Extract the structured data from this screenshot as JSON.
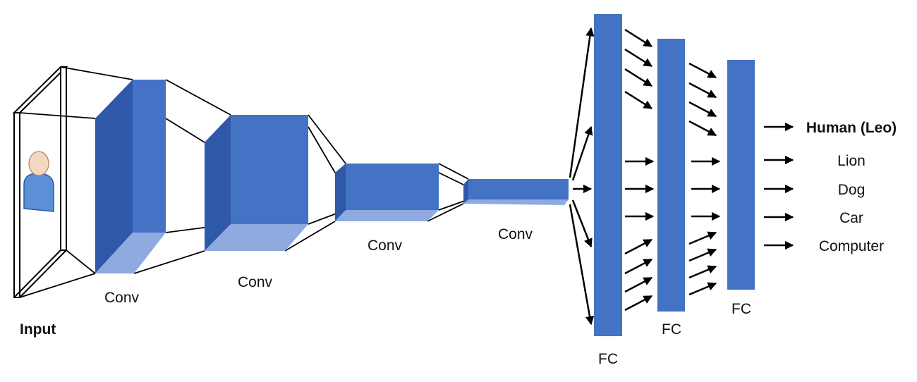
{
  "labels": {
    "input": "Input",
    "conv1": "Conv",
    "conv2": "Conv",
    "conv3": "Conv",
    "conv4": "Conv",
    "fc1": "FC",
    "fc2": "FC",
    "fc3": "FC"
  },
  "outputs": [
    "Human (Leo)",
    "Lion",
    "Dog",
    "Car",
    "Computer"
  ],
  "highlighted_output": "Human (Leo)",
  "colors": {
    "front": "#4472c4",
    "side": "#2f58a8",
    "bottom": "#8eaadf",
    "skin": "#f2d7c2",
    "shirt": "#5b8fd6"
  },
  "icons": {
    "input_image": "person-icon"
  }
}
